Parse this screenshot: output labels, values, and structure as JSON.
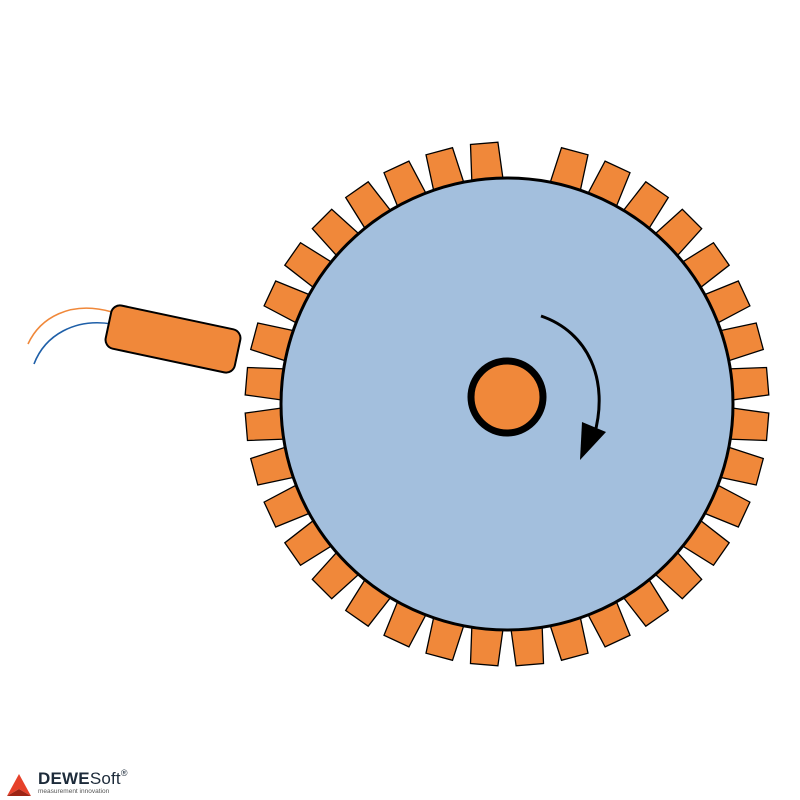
{
  "diagram": {
    "tooth_count": 36,
    "missing_teeth": 1,
    "colors": {
      "wheel_fill": "#a3bfdd",
      "tooth_fill": "#f0883a",
      "outline": "#000000",
      "hub_fill": "#f0883a",
      "sensor_fill": "#f0883a",
      "wire_orange": "#f0883a",
      "wire_blue": "#1e5fa8",
      "arrow": "#000000"
    },
    "rotation_direction": "clockwise",
    "icons": [
      "gear-wheel",
      "hub",
      "rotation-arrow",
      "sensor",
      "sensor-cable"
    ]
  },
  "logo": {
    "brand_bold": "DEWE",
    "brand_regular": "Soft",
    "brand_mark": "®",
    "tagline": "measurement innovation",
    "colors": {
      "mark_red": "#e6412a",
      "mark_dark": "#9e2414",
      "text": "#1d2b3a"
    }
  }
}
